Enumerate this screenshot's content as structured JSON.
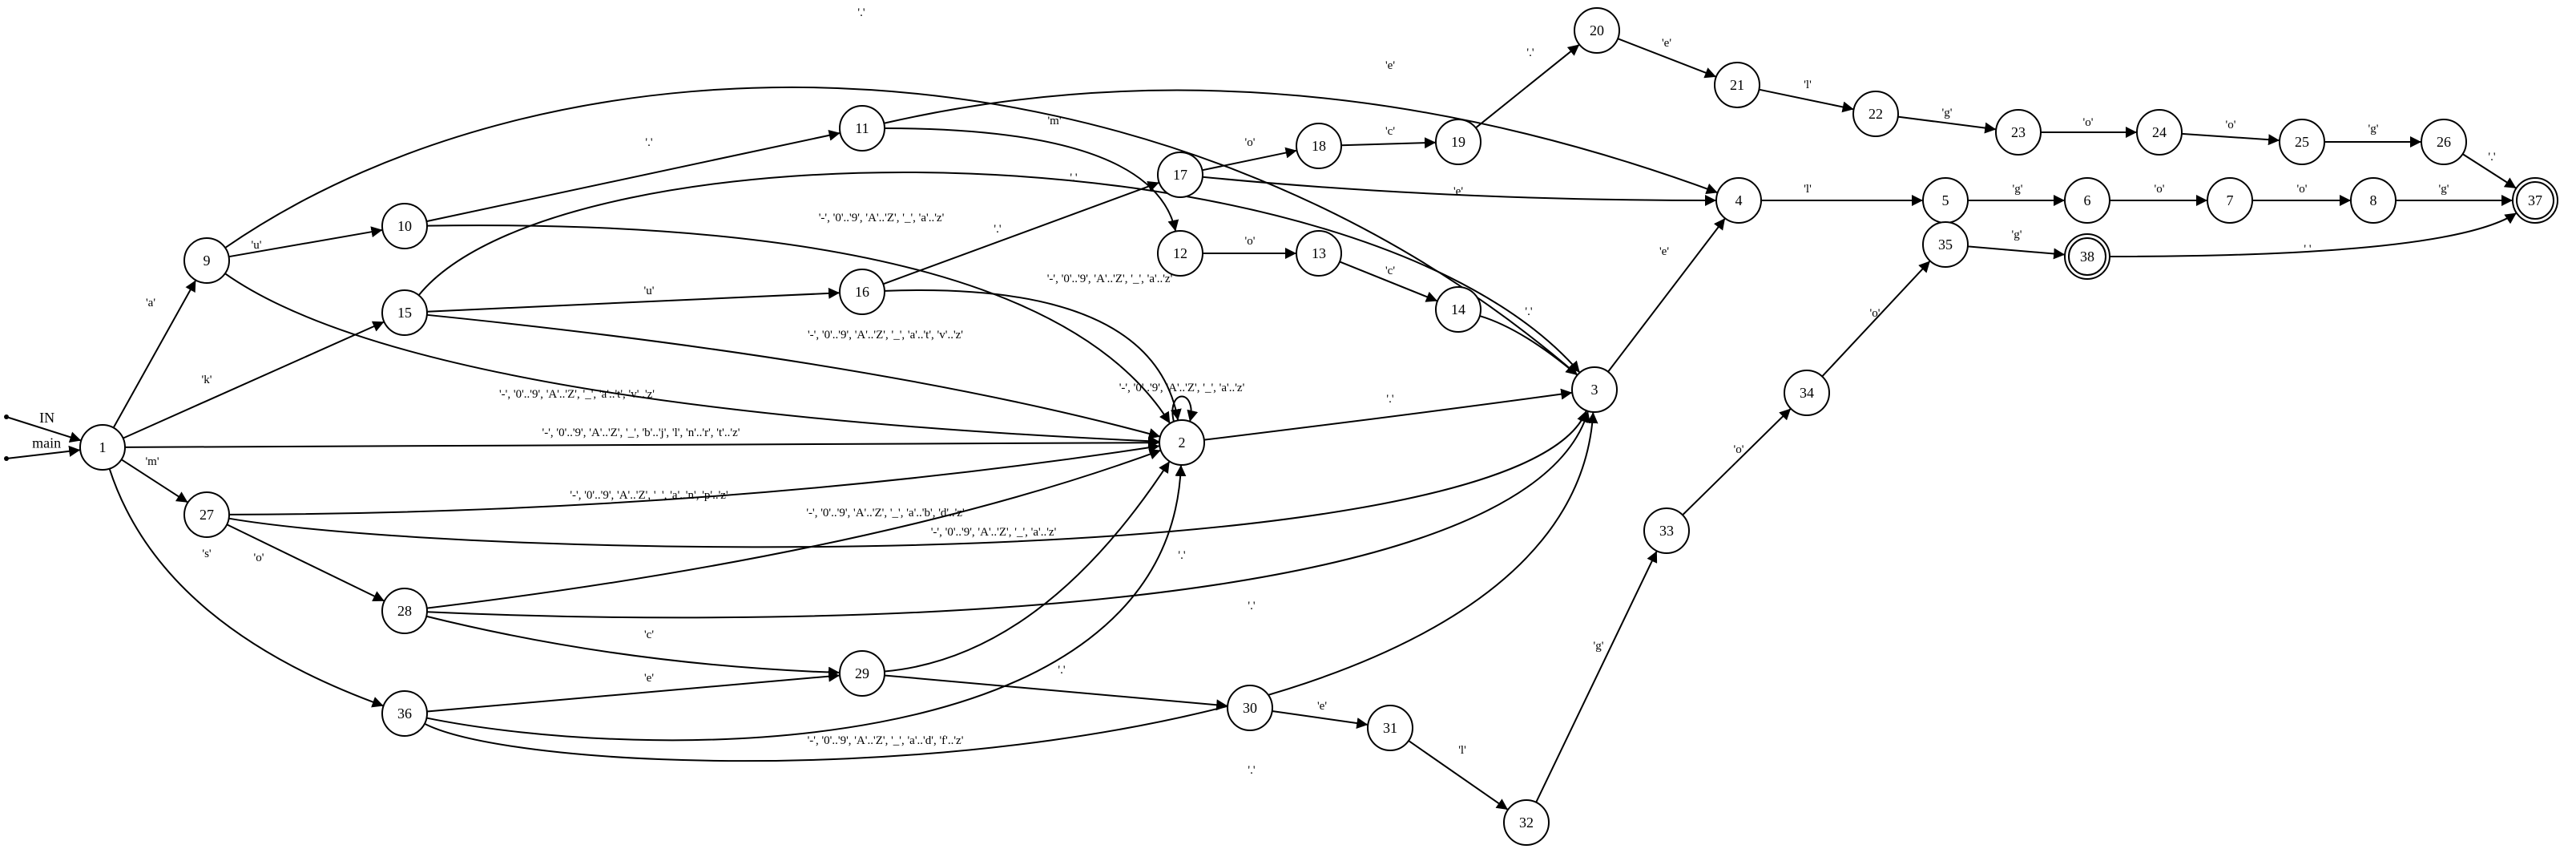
{
  "states": [
    "1",
    "2",
    "3",
    "4",
    "5",
    "6",
    "7",
    "8",
    "9",
    "10",
    "11",
    "12",
    "13",
    "14",
    "15",
    "16",
    "17",
    "18",
    "19",
    "20",
    "21",
    "22",
    "23",
    "24",
    "25",
    "26",
    "27",
    "28",
    "29",
    "30",
    "31",
    "32",
    "33",
    "34",
    "35",
    "36",
    "37",
    "38"
  ],
  "accepting_states": [
    "37",
    "38"
  ],
  "entry_labels": [
    "IN",
    "main"
  ],
  "transitions": [
    {
      "from": "1",
      "to": "9",
      "label": "'a'"
    },
    {
      "from": "1",
      "to": "15",
      "label": "'k'"
    },
    {
      "from": "1",
      "to": "27",
      "label": "'m'"
    },
    {
      "from": "1",
      "to": "36",
      "label": "'s'"
    },
    {
      "from": "1",
      "to": "2",
      "label": "'-', '0'..'9', 'A'..'Z', '_', 'b'..'j', 'l', 'n'..'r', 't'..'z'"
    },
    {
      "from": "9",
      "to": "10",
      "label": "'u'"
    },
    {
      "from": "9",
      "to": "2",
      "label": "'-', '0'..'9', 'A'..'Z', '_', 'a'..'t', 'v'..'z'"
    },
    {
      "from": "9",
      "to": "3",
      "label": "'.'"
    },
    {
      "from": "10",
      "to": "11",
      "label": "'.'"
    },
    {
      "from": "10",
      "to": "2",
      "label": "'-', '0'..'9', 'A'..'Z', '_', 'a'..'z'"
    },
    {
      "from": "11",
      "to": "4",
      "label": "'e'"
    },
    {
      "from": "11",
      "to": "12",
      "label": "'m'"
    },
    {
      "from": "12",
      "to": "13",
      "label": "'o'"
    },
    {
      "from": "13",
      "to": "14",
      "label": "'c'"
    },
    {
      "from": "14",
      "to": "3",
      "label": "'.'"
    },
    {
      "from": "15",
      "to": "16",
      "label": "'u'"
    },
    {
      "from": "15",
      "to": "2",
      "label": "'-', '0'..'9', 'A'..'Z', '_', 'a'..'t', 'v'..'z'"
    },
    {
      "from": "15",
      "to": "3",
      "label": "'.'"
    },
    {
      "from": "16",
      "to": "17",
      "label": "'.'"
    },
    {
      "from": "16",
      "to": "2",
      "label": "'-', '0'..'9', 'A'..'Z', '_', 'a'..'z'"
    },
    {
      "from": "17",
      "to": "18",
      "label": "'o'"
    },
    {
      "from": "17",
      "to": "4",
      "label": "'e'"
    },
    {
      "from": "18",
      "to": "19",
      "label": "'c'"
    },
    {
      "from": "19",
      "to": "20",
      "label": "'.'"
    },
    {
      "from": "20",
      "to": "21",
      "label": "'e'"
    },
    {
      "from": "21",
      "to": "22",
      "label": "'l'"
    },
    {
      "from": "22",
      "to": "23",
      "label": "'g'"
    },
    {
      "from": "23",
      "to": "24",
      "label": "'o'"
    },
    {
      "from": "24",
      "to": "25",
      "label": "'o'"
    },
    {
      "from": "25",
      "to": "26",
      "label": "'g'"
    },
    {
      "from": "26",
      "to": "37",
      "label": "'.'"
    },
    {
      "from": "2",
      "to": "2",
      "label": "'-', '0'..'9', 'A'..'Z', '_', 'a'..'z'"
    },
    {
      "from": "2",
      "to": "3",
      "label": "'.'"
    },
    {
      "from": "3",
      "to": "4",
      "label": "'e'"
    },
    {
      "from": "4",
      "to": "5",
      "label": "'l'"
    },
    {
      "from": "5",
      "to": "6",
      "label": "'g'"
    },
    {
      "from": "6",
      "to": "7",
      "label": "'o'"
    },
    {
      "from": "7",
      "to": "8",
      "label": "'o'"
    },
    {
      "from": "8",
      "to": "37",
      "label": "'g'"
    },
    {
      "from": "27",
      "to": "28",
      "label": "'o'"
    },
    {
      "from": "27",
      "to": "2",
      "label": "'-', '0'..'9', 'A'..'Z', '_', 'a'..'n', 'p'..'z'"
    },
    {
      "from": "27",
      "to": "3",
      "label": "'.'"
    },
    {
      "from": "28",
      "to": "29",
      "label": "'c'"
    },
    {
      "from": "28",
      "to": "2",
      "label": "'-', '0'..'9', 'A'..'Z', '_', 'a'..'b', 'd'..'z'"
    },
    {
      "from": "28",
      "to": "3",
      "label": "'.'"
    },
    {
      "from": "29",
      "to": "30",
      "label": "'.'"
    },
    {
      "from": "29",
      "to": "2",
      "label": "'-', '0'..'9', 'A'..'Z', '_', 'a'..'z'"
    },
    {
      "from": "30",
      "to": "31",
      "label": "'e'"
    },
    {
      "from": "31",
      "to": "32",
      "label": "'l'"
    },
    {
      "from": "32",
      "to": "33",
      "label": "'g'"
    },
    {
      "from": "33",
      "to": "34",
      "label": "'o'"
    },
    {
      "from": "34",
      "to": "35",
      "label": "'o'"
    },
    {
      "from": "35",
      "to": "38",
      "label": "'g'"
    },
    {
      "from": "38",
      "to": "37",
      "label": "'.'"
    },
    {
      "from": "36",
      "to": "29",
      "label": "'e'"
    },
    {
      "from": "36",
      "to": "2",
      "label": "'-', '0'..'9', 'A'..'Z', '_', 'a'..'d', 'f'..'z'"
    },
    {
      "from": "36",
      "to": "3",
      "label": "'.'"
    }
  ]
}
